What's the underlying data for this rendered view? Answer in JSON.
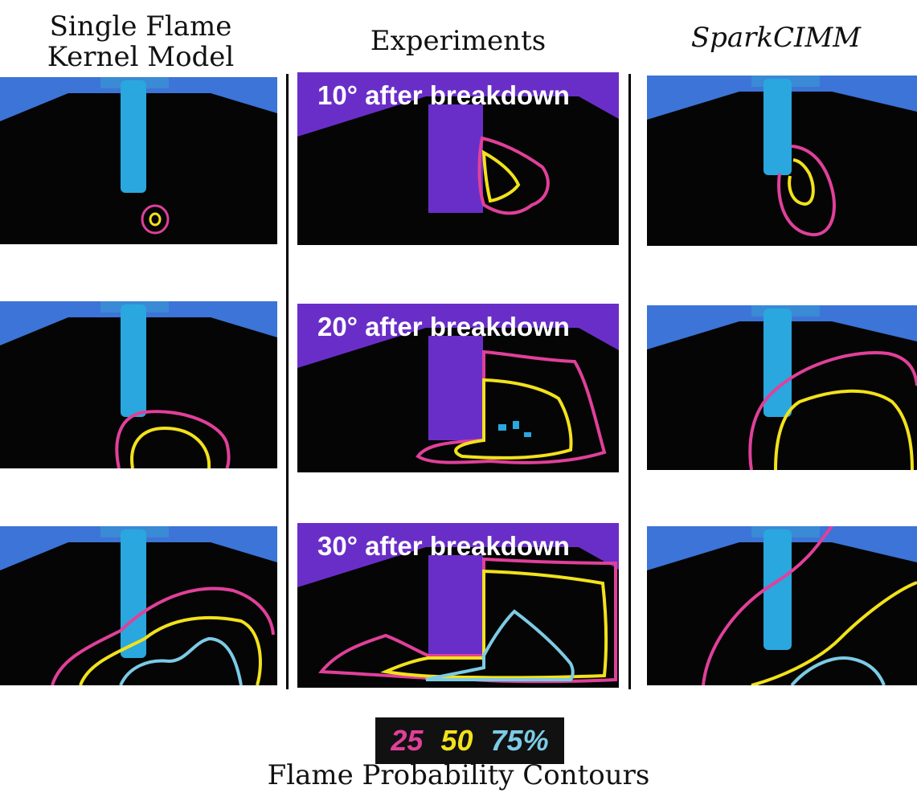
{
  "columns": {
    "left_title_line1": "Single Flame",
    "left_title_line2": "Kernel Model",
    "middle_title": "Experiments",
    "right_title": "SparkCIMM"
  },
  "experiment_banners": [
    "10° after breakdown",
    "20° after breakdown",
    "30° after breakdown"
  ],
  "legend": {
    "label_25": "25",
    "label_50": "50",
    "label_75": "75%",
    "color_25": "#e0409a",
    "color_50": "#f2e21b",
    "color_75": "#7ccbe6"
  },
  "caption": "Flame Probability Contours",
  "colors": {
    "panel_bg": "#050505",
    "chamber_roof": "#3c74d8",
    "spark_plug": "#2aa7de",
    "experiment_block": "#6a2ec8"
  }
}
